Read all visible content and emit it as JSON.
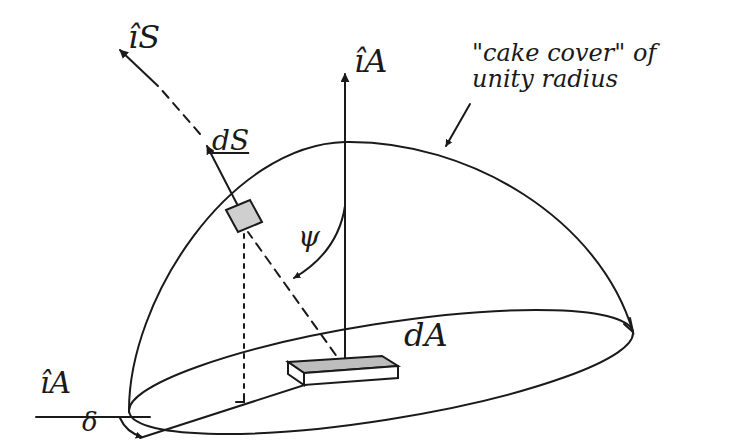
{
  "diagram": {
    "labels": [
      "îS",
      "dS",
      "îA",
      "\"cake cover\" of unity radius",
      "ψ",
      "dA",
      "îA",
      "δ"
    ]
  }
}
